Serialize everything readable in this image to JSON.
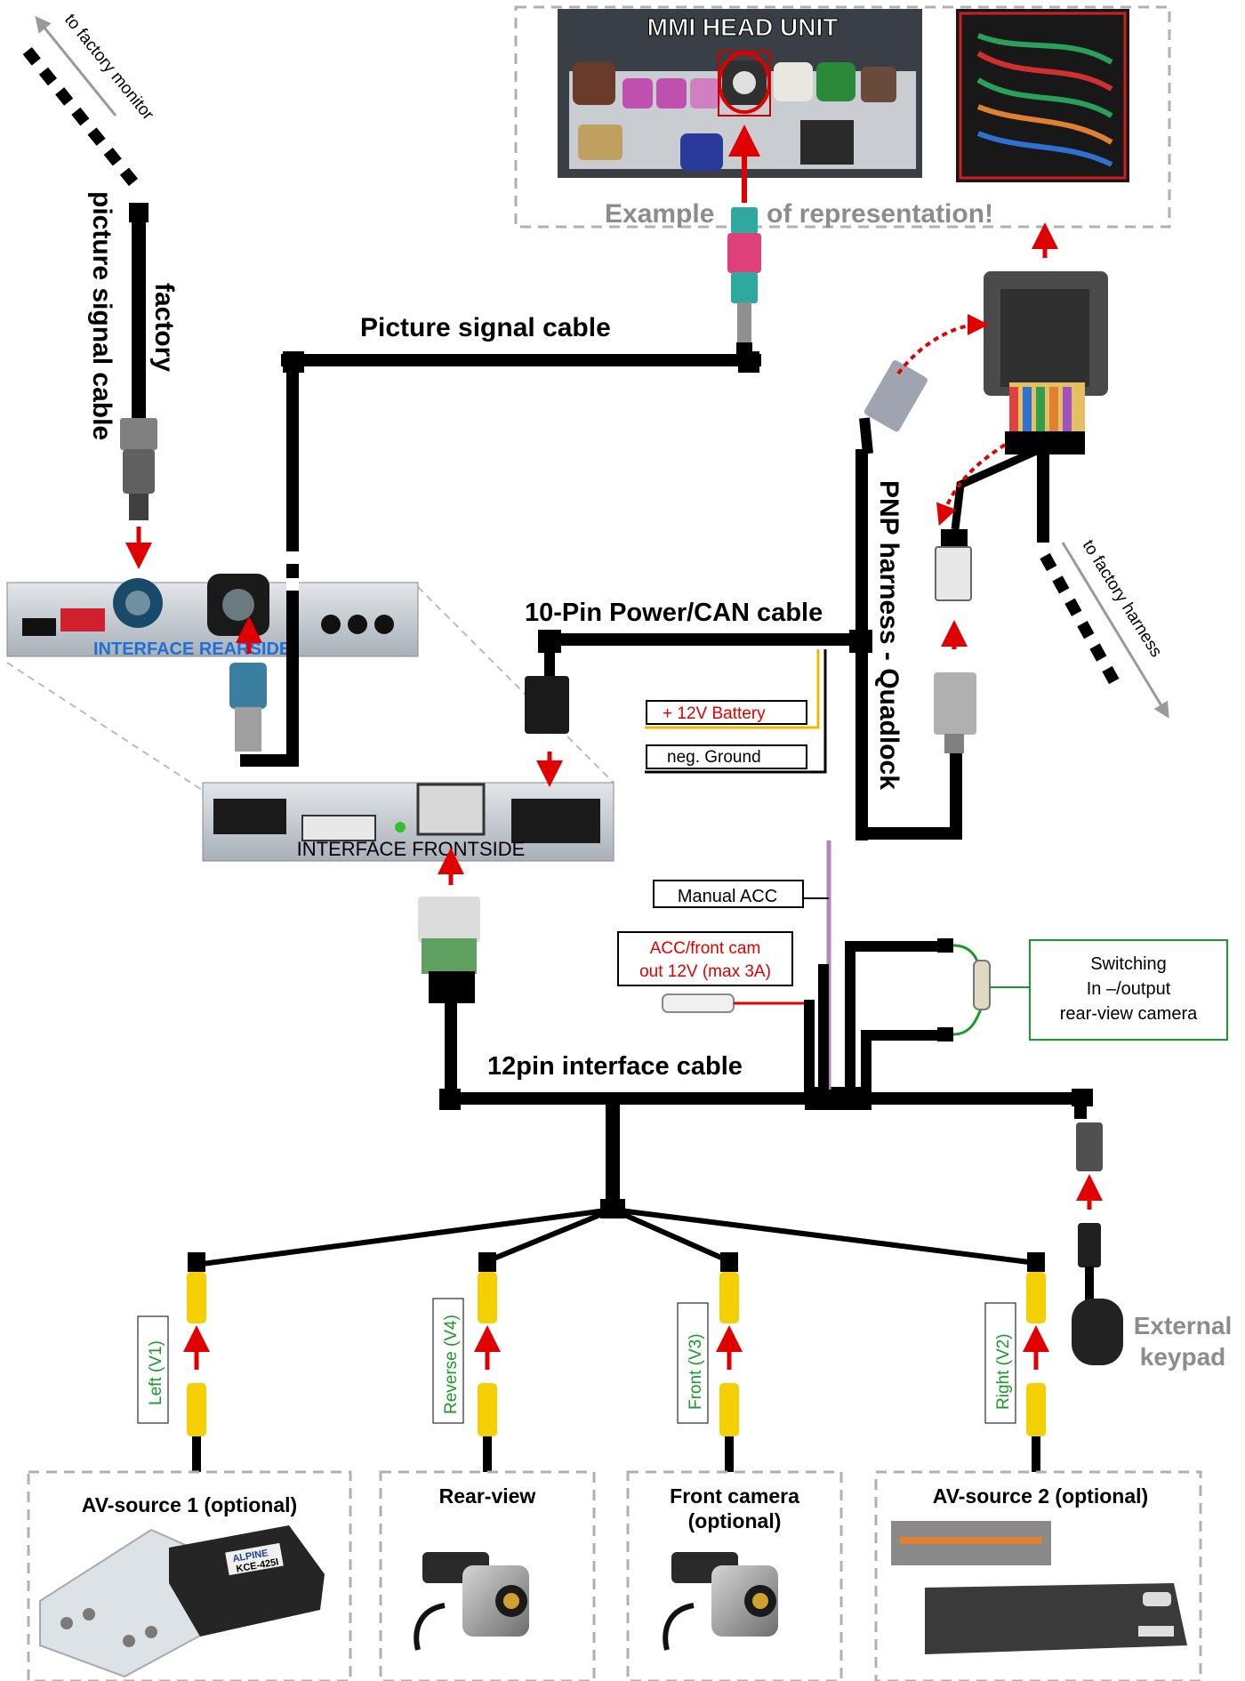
{
  "labels": {
    "head_unit": "MMI HEAD UNIT",
    "example_representation": "Example",
    "example_representation_2": "of representation!",
    "picture_signal_cable": "Picture signal cable",
    "factory_cable_1": "factory",
    "factory_cable_2": "picture signal cable",
    "to_factory_monitor": "to factory monitor",
    "to_factory_harness": "to factory harness",
    "pnp_harness": "PNP harness - Quadlock",
    "power_can_cable": "10-Pin Power/CAN cable",
    "battery": "+ 12V Battery",
    "ground": "neg. Ground",
    "interface_rearside": "INTERFACE REARSIDE",
    "interface_frontside": "INTERFACE FRONTSIDE",
    "manual_acc": "Manual ACC",
    "acc_front_cam_1": "ACC/front cam",
    "acc_front_cam_2": "out  12V (max 3A)",
    "switching_1": "Switching",
    "switching_2": "In –/output",
    "switching_3": "rear-view camera",
    "interface_cable_12pin": "12pin interface cable",
    "external_keypad_1": "External",
    "external_keypad_2": "keypad",
    "rca_left": "Left (V1)",
    "rca_reverse": "Reverse (V4)",
    "rca_front": "Front (V3)",
    "rca_right": "Right (V2)",
    "source_av1": "AV-source 1 (optional)",
    "source_rear": "Rear-view",
    "source_front_1": "Front camera",
    "source_front_2": "(optional)",
    "source_av2": "AV-source 2 (optional)",
    "device_brand": "ALPINE",
    "device_model": "KCE-425I"
  },
  "colors": {
    "cable": "#000000",
    "arrow": "#e00000",
    "battery_wire": "#f2b800",
    "label_green": "#1a9a2a",
    "label_red": "#e00000",
    "interface_blue": "#1e6fd9",
    "rca_yellow": "#f5d000",
    "gray_text": "#8c8c8c",
    "dashed_box": "#b0b0b0"
  }
}
